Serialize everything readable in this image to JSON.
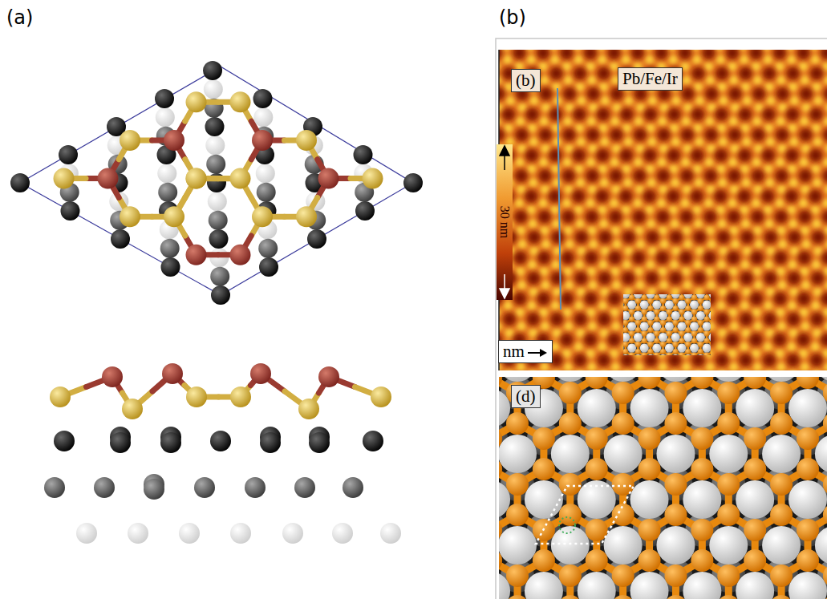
{
  "diagram": {
    "nodes": [
      {
        "text": [
          "(b)"
        ]
      },
      {
        "text": [
          "Pb/Fe/Ir"
        ]
      },
      {
        "text": [
          "nm"
        ]
      },
      {
        "text": [
          "(d)"
        ]
      }
    ],
    "labels": [
      "(a)",
      "(b)",
      "30 nm"
    ]
  }
}
